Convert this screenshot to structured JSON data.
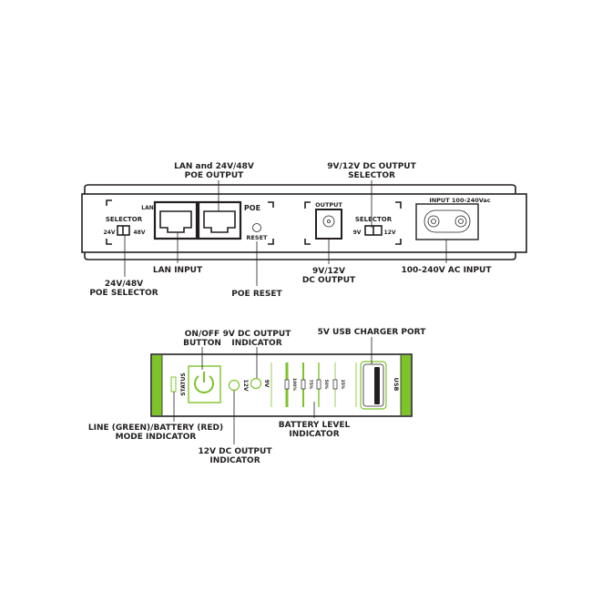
{
  "rear_panel": {
    "labels": {
      "lan_poe_output": [
        "LAN and 24V/48V",
        "POE OUTPUT"
      ],
      "dc_selector": [
        "9V/12V DC OUTPUT",
        "SELECTOR"
      ],
      "lan_input": "LAN INPUT",
      "poe_selector": [
        "24V/48V",
        "POE SELECTOR"
      ],
      "poe_reset": "POE RESET",
      "dc_output": [
        "9V/12V",
        "DC OUTPUT"
      ],
      "ac_input": "100-240V AC INPUT"
    },
    "printed": {
      "selector": "SELECTOR",
      "v24": "24V",
      "v48": "48V",
      "lan": "LAN",
      "poe": "POE",
      "reset": "RESET",
      "output": "OUTPUT",
      "v9": "9V",
      "v12": "12V",
      "input": "INPUT 100-240Vac"
    }
  },
  "front_panel": {
    "accent_color": "#7dc42a",
    "labels": {
      "on_off": [
        "ON/OFF",
        "BUTTON"
      ],
      "dc9_indicator": [
        "9V DC OUTPUT",
        "INDICATOR"
      ],
      "usb_port": "5V USB CHARGER PORT",
      "mode_indicator": [
        "LINE (GREEN)/BATTERY (RED)",
        "MODE INDICATOR"
      ],
      "battery_level": [
        "BATTERY LEVEL",
        "INDICATOR"
      ],
      "dc12_indicator": [
        "12V DC OUTPUT",
        "INDICATOR"
      ]
    },
    "printed": {
      "status": "STATUS",
      "v12": "12V",
      "v9": "9V",
      "usb": "USB",
      "battery_levels": [
        "100%",
        "75%",
        "50%",
        "25%"
      ]
    }
  }
}
